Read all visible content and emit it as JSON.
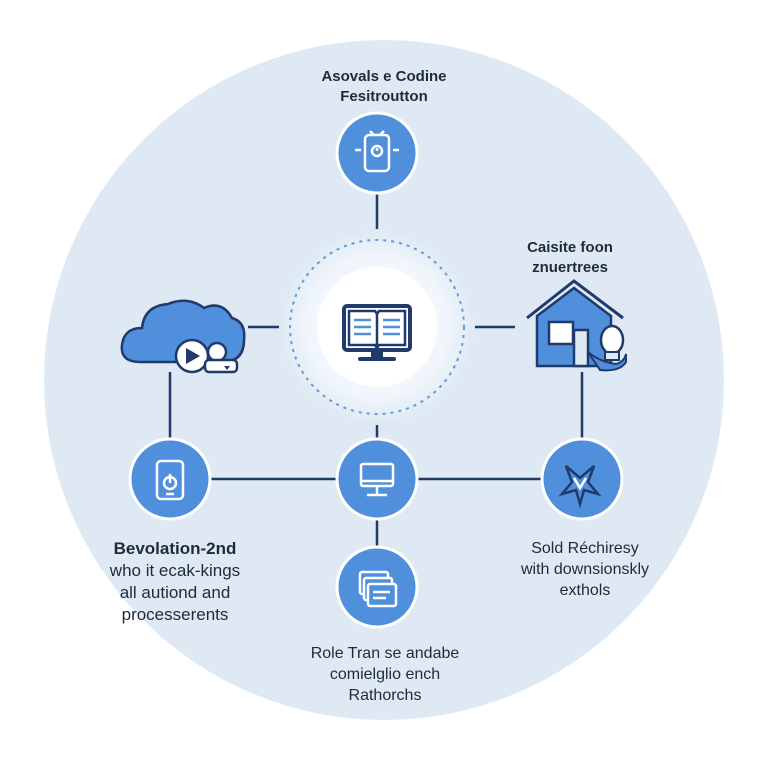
{
  "colors": {
    "outer_circle": "#dfe9f3",
    "node_fill": "#4f8fdc",
    "node_ring": "#ffffff",
    "connector": "#1f3a6b",
    "hub_ring_dotted": "#5b9be6",
    "hub_glow": "#e8f1fb",
    "text": "#1f2a3d"
  },
  "center_hub": {
    "icon": "open-book-monitor-icon"
  },
  "nodes": {
    "top": {
      "icon": "smart-device-icon",
      "label_lines": [
        "Asovals e Codine",
        "Fesitroutton"
      ]
    },
    "right": {
      "icon": "house-lightbulb-icon",
      "label_lines": [
        "Caisite foon",
        "znuertrees"
      ]
    },
    "left": {
      "icon": "cloud-video-icon"
    },
    "middle_left": {
      "icon": "tablet-power-icon",
      "label_lines": [
        "Bevolation-2nd",
        "who it ecak-kings",
        "all autiond and",
        "processerents"
      ]
    },
    "middle_center": {
      "icon": "monitor-icon"
    },
    "middle_right": {
      "icon": "star-badge-icon",
      "label_lines": [
        "Sold Réchiresy",
        "with downsionskly",
        "exthols"
      ]
    },
    "bottom": {
      "icon": "stacked-documents-icon",
      "label_lines": [
        "Role Tran se andabe",
        "comielglio ench",
        "Rathorchs"
      ]
    }
  }
}
